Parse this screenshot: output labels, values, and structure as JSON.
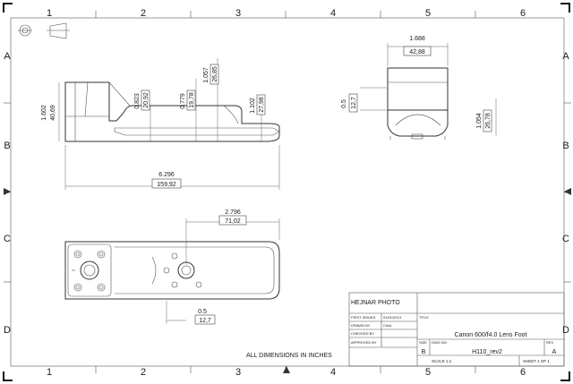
{
  "sheet": {
    "cols": [
      "1",
      "2",
      "3",
      "4",
      "5",
      "6"
    ],
    "rows": [
      "A",
      "B",
      "C",
      "D"
    ]
  },
  "views": {
    "side": {
      "dims": {
        "overall_len": "6.296",
        "overall_len_mm": "159,92",
        "left_h": "1.602",
        "left_h_mm": "40,69",
        "d1": "0.823",
        "d1_mm": "20,92",
        "d2": "0.779",
        "d2_mm": "19,78",
        "d3": "1.057",
        "d3_mm": "26,85",
        "d4": "1.102",
        "d4_mm": "27,98"
      }
    },
    "end": {
      "dims": {
        "width": "1.688",
        "width_mm": "42,88",
        "h": "0.5",
        "h_mm": "12,7",
        "h2": "1.054",
        "h2_mm": "26,78"
      }
    },
    "top": {
      "dims": {
        "slot": "2.796",
        "slot_mm": "71,02",
        "off": "0.5",
        "off_mm": "12,7"
      }
    }
  },
  "note": "ALL DIMENSIONS IN INCHES",
  "title_block": {
    "company": "HEJNAR PHOTO",
    "first_issued_label": "FIRST ISSUED",
    "first_issued_value": "01/01/2013",
    "drawn_by_label": "DRAWN BY",
    "drawn_by_value": "Chris",
    "checked_by_label": "CHECKED BY",
    "approved_by_label": "APPROVED BY",
    "title_label": "TITLE",
    "title": "Canon 600/f4.0 Lens Foot",
    "size_label": "SIZE",
    "size_value": "B",
    "dwg_label": "DWG NO.",
    "dwg_value": "H110_rev2",
    "rev_label": "REV",
    "rev_value": "A",
    "scale": "SCALE 1:1",
    "sheet": "SHEET 1 OF 1"
  }
}
